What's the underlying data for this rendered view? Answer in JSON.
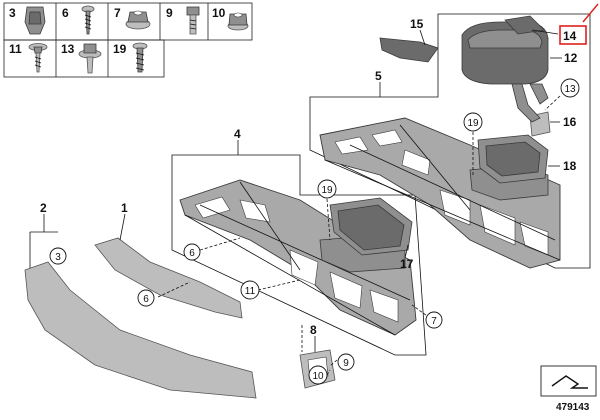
{
  "legend": {
    "cells": [
      {
        "label": "3"
      },
      {
        "label": "6"
      },
      {
        "label": "7"
      },
      {
        "label": "9"
      },
      {
        "label": "10"
      },
      {
        "label": "11"
      },
      {
        "label": "13"
      },
      {
        "label": "19"
      }
    ]
  },
  "callouts": {
    "c1": "1",
    "c2": "2",
    "c3a": "3",
    "c4": "4",
    "c5": "5",
    "c6a": "6",
    "c6b": "6",
    "c7a": "7",
    "c8": "8",
    "c9": "9",
    "c10": "10",
    "c11": "11",
    "c12": "12",
    "c13": "13",
    "c14": "14",
    "c15": "15",
    "c16": "16",
    "c17": "17",
    "c18": "18",
    "c19a": "19",
    "c19b": "19"
  },
  "diagram_number": "479143",
  "colors": {
    "highlight": "#e0201b"
  }
}
